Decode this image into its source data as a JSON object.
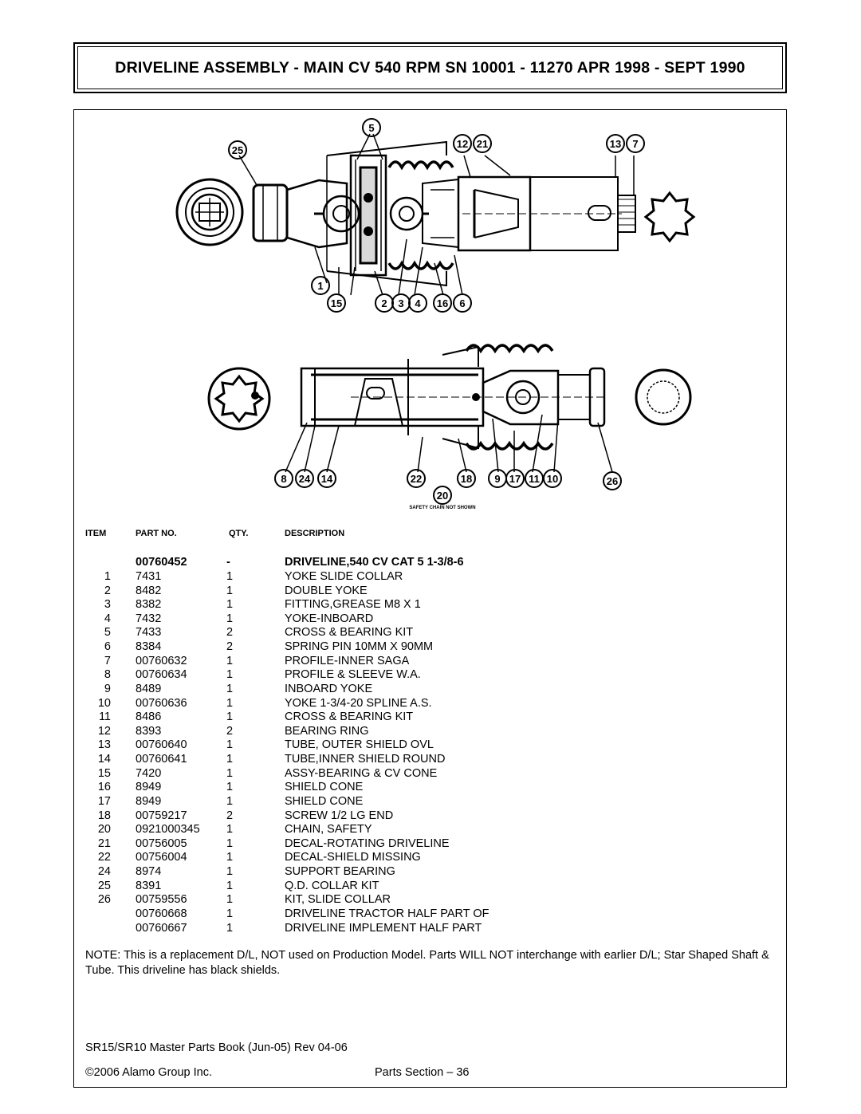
{
  "title": "DRIVELINE ASSEMBLY - MAIN CV 540 RPM SN 10001 - 11270 APR 1998 - SEPT 1990",
  "callouts_top": [
    "5",
    "25",
    "12",
    "21",
    "13",
    "7",
    "1",
    "15",
    "2",
    "3",
    "4",
    "16",
    "6"
  ],
  "callouts_bottom": [
    "8",
    "24",
    "14",
    "22",
    "18",
    "9",
    "17",
    "11",
    "10",
    "26",
    "20"
  ],
  "safety_note": "SAFETY CHAIN NOT SHOWN",
  "table": {
    "headers": {
      "item": "ITEM",
      "part": "PART NO.",
      "qty": "QTY.",
      "desc": "DESCRIPTION"
    },
    "assembly": {
      "part": "00760452",
      "qty": "-",
      "desc": "DRIVELINE,540 CV CAT 5 1-3/8-6"
    },
    "rows": [
      {
        "item": "1",
        "part": "7431",
        "qty": "1",
        "desc": "YOKE SLIDE COLLAR"
      },
      {
        "item": "2",
        "part": "8482",
        "qty": "1",
        "desc": "DOUBLE YOKE"
      },
      {
        "item": "3",
        "part": "8382",
        "qty": "1",
        "desc": "FITTING,GREASE M8 X 1"
      },
      {
        "item": "4",
        "part": "7432",
        "qty": "1",
        "desc": "YOKE-INBOARD"
      },
      {
        "item": "5",
        "part": "7433",
        "qty": "2",
        "desc": "CROSS & BEARING KIT"
      },
      {
        "item": "6",
        "part": "8384",
        "qty": "2",
        "desc": "SPRING PIN 10MM X 90MM"
      },
      {
        "item": "7",
        "part": "00760632",
        "qty": "1",
        "desc": "PROFILE-INNER SAGA"
      },
      {
        "item": "8",
        "part": "00760634",
        "qty": "1",
        "desc": "PROFILE & SLEEVE W.A."
      },
      {
        "item": "9",
        "part": "8489",
        "qty": "1",
        "desc": "INBOARD YOKE"
      },
      {
        "item": "10",
        "part": "00760636",
        "qty": "1",
        "desc": "YOKE 1-3/4-20 SPLINE A.S."
      },
      {
        "item": "11",
        "part": "8486",
        "qty": "1",
        "desc": "CROSS & BEARING KIT"
      },
      {
        "item": "12",
        "part": "8393",
        "qty": "2",
        "desc": "BEARING RING"
      },
      {
        "item": "13",
        "part": "00760640",
        "qty": "1",
        "desc": "TUBE, OUTER SHIELD OVL"
      },
      {
        "item": "14",
        "part": "00760641",
        "qty": "1",
        "desc": "TUBE,INNER SHIELD ROUND"
      },
      {
        "item": "15",
        "part": "7420",
        "qty": "1",
        "desc": "ASSY-BEARING & CV CONE"
      },
      {
        "item": "16",
        "part": "8949",
        "qty": "1",
        "desc": "SHIELD CONE"
      },
      {
        "item": "17",
        "part": "8949",
        "qty": "1",
        "desc": "SHIELD CONE"
      },
      {
        "item": "18",
        "part": "00759217",
        "qty": "2",
        "desc": "SCREW 1/2 LG END"
      },
      {
        "item": "20",
        "part": "0921000345",
        "qty": "1",
        "desc": "CHAIN, SAFETY"
      },
      {
        "item": "21",
        "part": "00756005",
        "qty": "1",
        "desc": "DECAL-ROTATING DRIVELINE"
      },
      {
        "item": "22",
        "part": "00756004",
        "qty": "1",
        "desc": "DECAL-SHIELD MISSING"
      },
      {
        "item": "24",
        "part": "8974",
        "qty": "1",
        "desc": "SUPPORT BEARING"
      },
      {
        "item": "25",
        "part": "8391",
        "qty": "1",
        "desc": "Q.D. COLLAR KIT"
      },
      {
        "item": "26",
        "part": "00759556",
        "qty": "1",
        "desc": "KIT, SLIDE COLLAR"
      },
      {
        "item": "",
        "part": "00760668",
        "qty": "1",
        "desc": "DRIVELINE TRACTOR HALF PART OF"
      },
      {
        "item": "",
        "part": "00760667",
        "qty": "1",
        "desc": "DRIVELINE IMPLEMENT HALF PART"
      }
    ]
  },
  "note": "NOTE: This is a replacement D/L, NOT used on Production Model. Parts WILL NOT interchange with earlier D/L; Star Shaped Shaft & Tube. This driveline has black shields.",
  "footer": {
    "book": "SR15/SR10 Master Parts Book (Jun-05) Rev 04-06",
    "copyright": "©2006 Alamo Group Inc.",
    "section": "Parts Section – 36"
  }
}
